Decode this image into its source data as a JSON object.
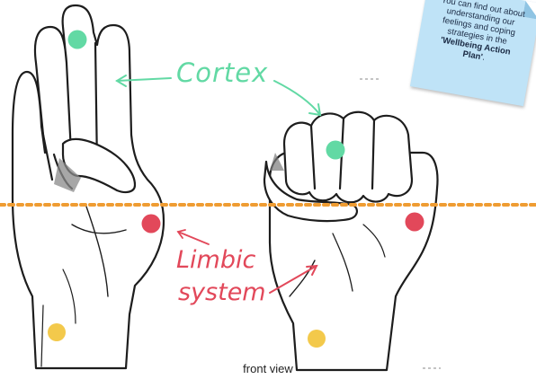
{
  "labels": {
    "cortex": "Cortex",
    "limbic_line1": "Limbic",
    "limbic_line2": "system",
    "caption": "front view"
  },
  "note": {
    "text_before": "'You can find out about understanding our feelings and coping strategies in the ",
    "text_bold": "'Wellbeing Action Plan'",
    "text_after": "."
  },
  "colors": {
    "cortex": "#62d9a4",
    "limbic": "#e2485a",
    "wrist_dot": "#f3c94b",
    "dotted_line": "#ef9c32",
    "note_paper": "#bfe3f7"
  },
  "icons": {
    "open_hand": "open-hand-illustration",
    "fist": "closed-fist-illustration"
  }
}
